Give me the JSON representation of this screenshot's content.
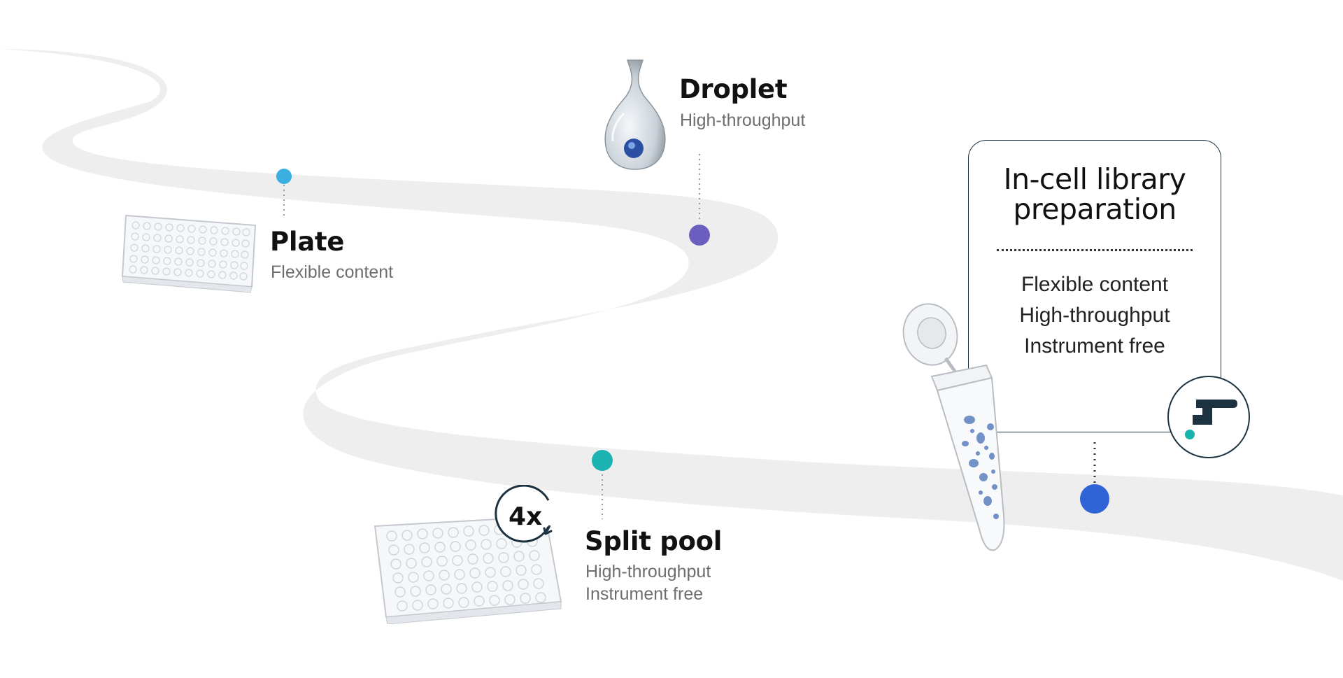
{
  "stages": [
    {
      "key": "plate",
      "title": "Plate",
      "subtitles": [
        "Flexible content"
      ],
      "dot_color": "#3aafe0",
      "icon": "well-plate-icon"
    },
    {
      "key": "droplet",
      "title": "Droplet",
      "subtitles": [
        "High-throughput"
      ],
      "dot_color": "#6a5fbf",
      "icon": "droplet-icon"
    },
    {
      "key": "split_pool",
      "title": "Split pool",
      "subtitles": [
        "High-throughput",
        "Instrument free"
      ],
      "dot_color": "#1cb3b3",
      "icon": "well-plate-icon",
      "cycle_label": "4x"
    },
    {
      "key": "in_cell",
      "title": [
        "In-cell library",
        "preparation"
      ],
      "subtitles": [
        "Flexible content",
        "High-throughput",
        "Instrument free"
      ],
      "dot_color": "#2f63d6",
      "icon": "tube-icon"
    }
  ],
  "colors": {
    "road": "#eeeeee",
    "dark": "#1d3240",
    "logo_accent": "#19b3ad"
  }
}
